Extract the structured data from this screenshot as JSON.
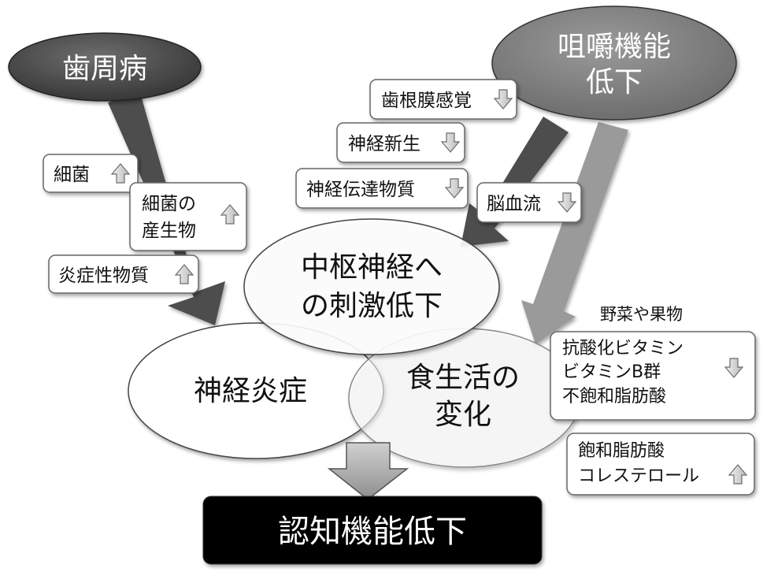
{
  "causes": {
    "periodontal": "歯周病",
    "mastication_line1": "咀嚼機能",
    "mastication_line2": "低下"
  },
  "factors": {
    "bacteria": "細菌",
    "bacterial_products_line1": "細菌の",
    "bacterial_products_line2": "産生物",
    "inflammatory": "炎症性物質",
    "periodontal_sensation": "歯根膜感覚",
    "neurogenesis": "神経新生",
    "neurotransmitter": "神経伝達物質",
    "cerebral_blood_flow": "脳血流"
  },
  "ovals": {
    "cns_line1": "中枢神経へ",
    "cns_line2": "の刺激低下",
    "neuroinflammation": "神経炎症",
    "diet_line1": "食生活の",
    "diet_line2": "変化"
  },
  "diet": {
    "caption": "野菜や果物",
    "decrease_items": [
      "抗酸化ビタミン",
      "ビタミンB群",
      "不飽和脂肪酸"
    ],
    "increase_items": [
      "飽和脂肪酸",
      "コレステロール"
    ]
  },
  "outcome": "認知機能低下",
  "colors": {
    "dark_oval": "#454545",
    "mid_oval": "#7a7a7a",
    "dark_arrow": "#4d4d4d",
    "light_arrow": "#9a9a9a",
    "outcome_bg": "#000000"
  }
}
